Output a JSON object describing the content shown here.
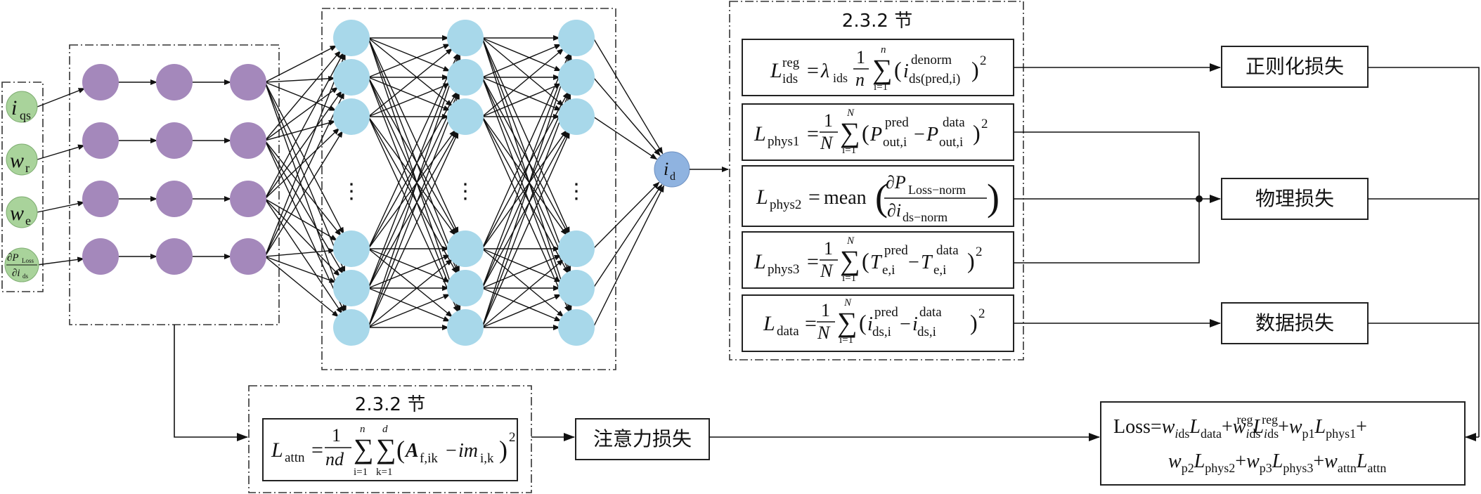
{
  "inputs": [
    {
      "main": "i",
      "sub": "qs"
    },
    {
      "main": "w",
      "sub": "r"
    },
    {
      "main": "w",
      "sub": "e"
    },
    {
      "num": "∂P",
      "num_sub": "Loss",
      "den": "∂i",
      "den_sub": "ds"
    }
  ],
  "output_node": {
    "main": "i",
    "sub": "d"
  },
  "ellipsis": "⋮",
  "section_label_top": "2.3.2 节",
  "section_label_bottom": "2.3.2 节",
  "losses": {
    "reg": "正则化损失",
    "phys": "物理损失",
    "data": "数据损失",
    "attn": "注意力损失"
  },
  "formulas": {
    "reg": {
      "lhs": "L",
      "lhs_sup": "reg",
      "lhs_sub": "ids",
      "eq": "=",
      "lambda": "λ",
      "lambda_sub": "ids",
      "frac_num": "1",
      "frac_den": "n",
      "sum_top": "n",
      "sum_bot": "i=1",
      "term": "i",
      "term_sup": "denorm",
      "term_sub": "ds(pred,i)",
      "power": "2"
    },
    "phys1": {
      "lhs": "L",
      "lhs_sub": "phys1",
      "frac_num": "1",
      "frac_den": "N",
      "sum_top": "N",
      "sum_bot": "i=1",
      "a": "P",
      "a_sup": "pred",
      "a_sub": "out,i",
      "minus": "−",
      "b": "P",
      "b_sup": "data",
      "b_sub": "out,i",
      "power": "2"
    },
    "phys2": {
      "lhs": "L",
      "lhs_sub": "phys2",
      "func": "mean",
      "num": "∂P",
      "num_sub": "Loss−norm",
      "den": "∂i",
      "den_sub": "ds−norm"
    },
    "phys3": {
      "lhs": "L",
      "lhs_sub": "phys3",
      "frac_num": "1",
      "frac_den": "N",
      "sum_top": "N",
      "sum_bot": "i=1",
      "a": "T",
      "a_sup": "pred",
      "a_sub": "e,i",
      "minus": "−",
      "b": "T",
      "b_sup": "data",
      "b_sub": "e,i",
      "power": "2"
    },
    "data": {
      "lhs": "L",
      "lhs_sub": "data",
      "frac_num": "1",
      "frac_den": "N",
      "sum_top": "N",
      "sum_bot": "i=1",
      "a": "i",
      "a_sup": "pred",
      "a_sub": "ds,i",
      "minus": "−",
      "b": "i",
      "b_sup": "data",
      "b_sub": "ds,i",
      "power": "2"
    },
    "attn": {
      "lhs": "L",
      "lhs_sub": "attn",
      "frac_num": "1",
      "frac_den": "nd",
      "sum1_top": "n",
      "sum1_bot": "i=1",
      "sum2_top": "d",
      "sum2_bot": "k=1",
      "a": "A",
      "a_sub": "f,ik",
      "minus": "−",
      "b": "im",
      "b_sub": "i,k",
      "power": "2"
    },
    "total": {
      "line1": "Loss=w_ids L_data + w_ids^reg L_ids^reg + w_p1 L_phys1 +",
      "line2": "w_p2 L_phys2 + w_p3 L_phys3 + w_attn L_attn"
    }
  }
}
